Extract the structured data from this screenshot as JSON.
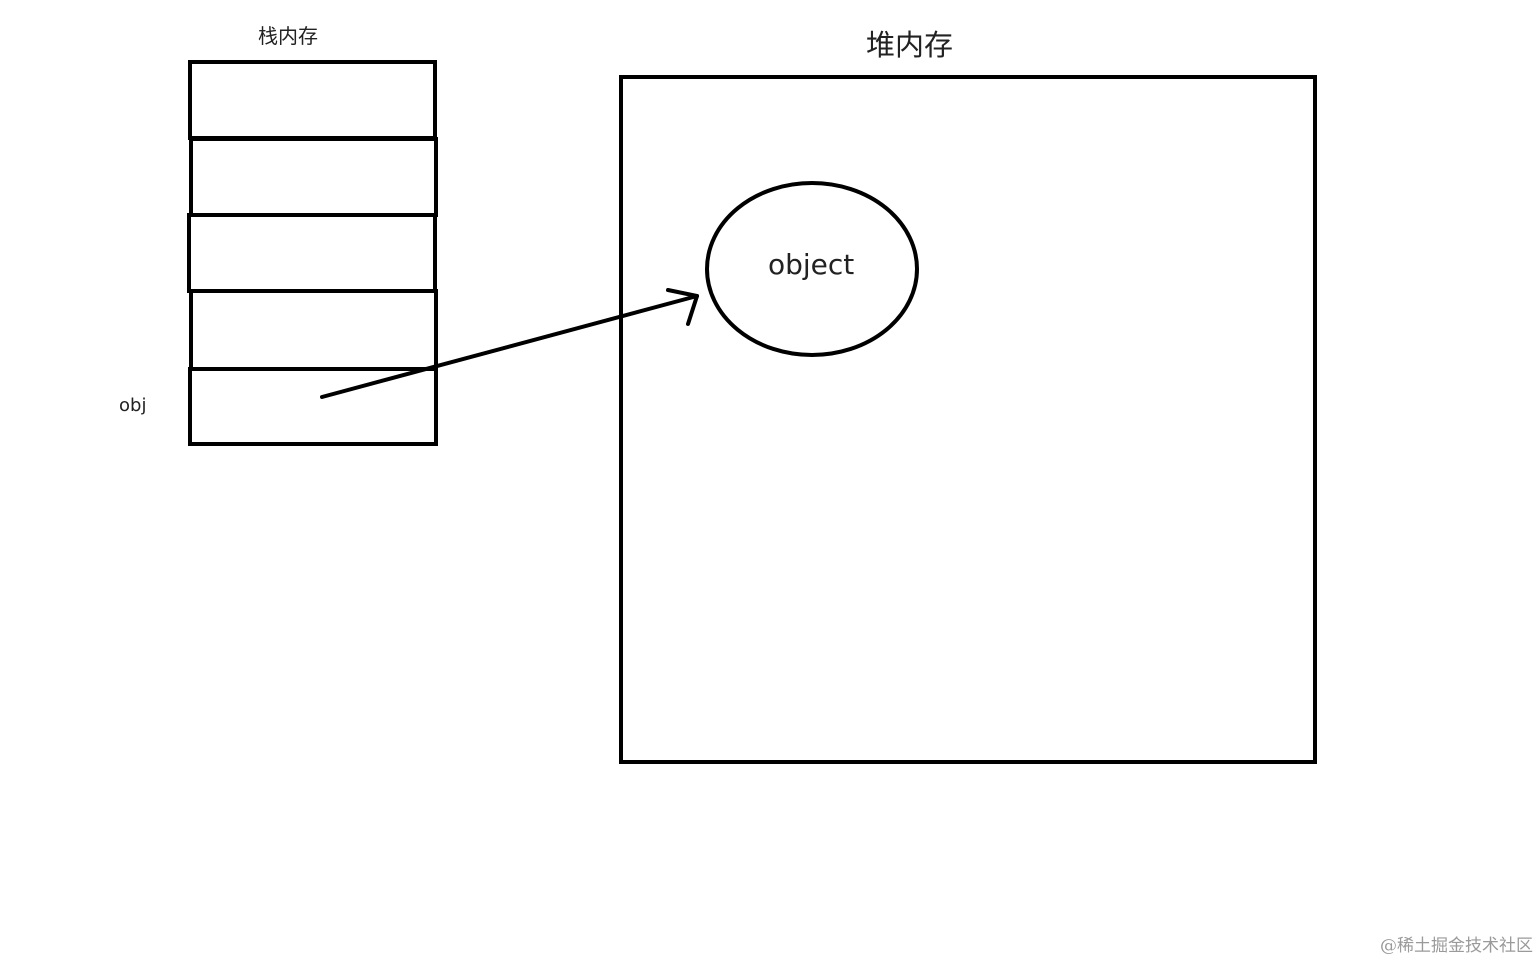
{
  "diagram": {
    "stack": {
      "title": "栈内存",
      "slot_count": 5,
      "variable_label": "obj"
    },
    "heap": {
      "title": "堆内存",
      "object_label": "object"
    },
    "reference_arrow": {
      "from": "obj",
      "to": "object"
    },
    "stroke_color": "#000000"
  },
  "watermark": "@稀土掘金技术社区"
}
